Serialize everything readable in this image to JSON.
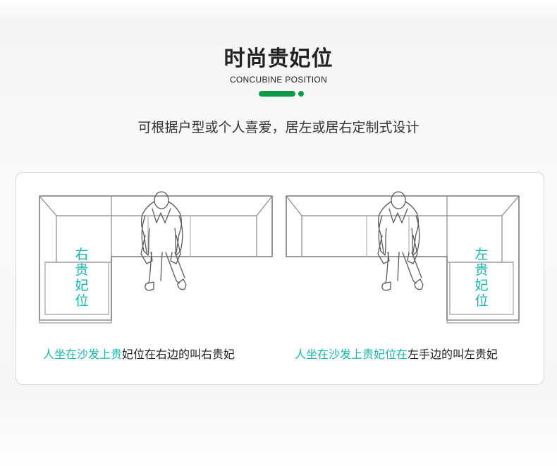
{
  "header": {
    "title": "时尚贵妃位",
    "subtitle_en": "CONCUBINE POSITION"
  },
  "description": "可根据户型或个人喜爱，居左或居右定制式设计",
  "colors": {
    "accent_green": "#0d9a48",
    "label_teal": "#19b5b0",
    "text_dark": "#222222"
  },
  "left_panel": {
    "chaise_label": "右贵妃位",
    "caption_highlight": "人坐在沙发上贵",
    "caption_rest": "妃位在右边的叫右贵妃"
  },
  "right_panel": {
    "chaise_label": "左贵妃位",
    "caption_highlight": "人坐在沙发上贵妃位在",
    "caption_rest": "左手边的叫左贵妃"
  }
}
